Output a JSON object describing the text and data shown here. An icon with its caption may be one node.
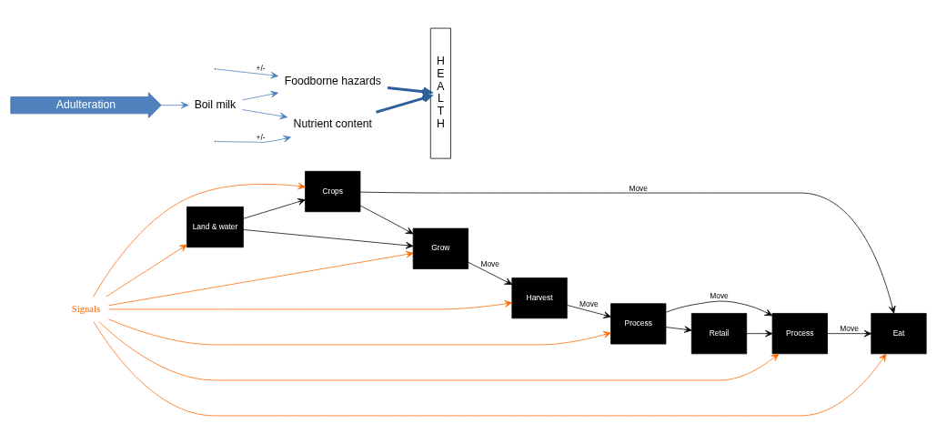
{
  "diagram": {
    "nodes": [
      {
        "text": [
          "Crops"
        ]
      },
      {
        "text": [
          "Land & water"
        ]
      },
      {
        "text": [
          "Grow"
        ]
      },
      {
        "text": [
          "Harvest"
        ]
      },
      {
        "text": [
          "Process"
        ]
      },
      {
        "text": [
          "Process"
        ]
      },
      {
        "text": [
          "Retail"
        ]
      },
      {
        "text": [
          "Eat"
        ]
      },
      {
        "text": [
          "Signals"
        ]
      },
      {
        "text": [
          "Foodborne hazards"
        ]
      },
      {
        "text": [
          "Adulteration"
        ]
      },
      {
        "text": [
          "Boil milk"
        ]
      },
      {
        "text": [
          "Nutrient content"
        ]
      },
      {
        "text": [
          "H E A L T H"
        ]
      }
    ],
    "edges": [
      {
        "from": 1,
        "to": 0,
        "arrow": "to"
      },
      {
        "from": 1,
        "to": 2,
        "arrow": "to"
      },
      {
        "from": 0,
        "to": 2,
        "arrow": "to"
      },
      {
        "from": 0,
        "to": 7,
        "label": "Move",
        "arrow": "to"
      },
      {
        "from": 2,
        "to": 3,
        "label": "Move",
        "arrow": "to"
      },
      {
        "from": 3,
        "to": 4,
        "label": "Move",
        "arrow": "to"
      },
      {
        "from": 4,
        "to": 5,
        "label": "Move",
        "arrow": "to"
      },
      {
        "from": 4,
        "to": 6,
        "arrow": "to"
      },
      {
        "from": 6,
        "to": 5,
        "arrow": "to"
      },
      {
        "from": 5,
        "to": 7,
        "label": "Move",
        "arrow": "to"
      },
      {
        "from": 8,
        "to": 0,
        "arrow": "to",
        "color": "#ff6600"
      },
      {
        "from": 8,
        "to": 1,
        "arrow": "to",
        "color": "#ff6600"
      },
      {
        "from": 8,
        "to": 2,
        "arrow": "to",
        "color": "#ff6600"
      },
      {
        "from": 8,
        "to": 3,
        "arrow": "to",
        "color": "#ff6600"
      },
      {
        "from": 8,
        "to": 4,
        "arrow": "to",
        "color": "#ff6600"
      },
      {
        "from": 8,
        "to": 5,
        "arrow": "to",
        "color": "#ff6600"
      },
      {
        "from": 8,
        "to": 7,
        "arrow": "to",
        "color": "#ff6600"
      },
      {
        "from": null,
        "to": 9,
        "label": "+/-",
        "arrow": "to",
        "color": "#4a7ebb"
      },
      {
        "from": null,
        "to": 12,
        "label": "+/-",
        "arrow": "to",
        "color": "#4a7ebb"
      },
      {
        "from": 10,
        "to": 11,
        "arrow": "to",
        "color": "#4a7ebb"
      },
      {
        "from": 11,
        "to": 9,
        "arrow": "to",
        "color": "#4a7ebb"
      },
      {
        "from": 11,
        "to": 12,
        "arrow": "to",
        "color": "#4a7ebb"
      },
      {
        "from": 9,
        "to": 13,
        "arrow": "to",
        "style": "thick",
        "color": "#2e5f9a"
      },
      {
        "from": 12,
        "to": 13,
        "arrow": "to",
        "style": "thick",
        "color": "#2e5f9a"
      }
    ]
  }
}
